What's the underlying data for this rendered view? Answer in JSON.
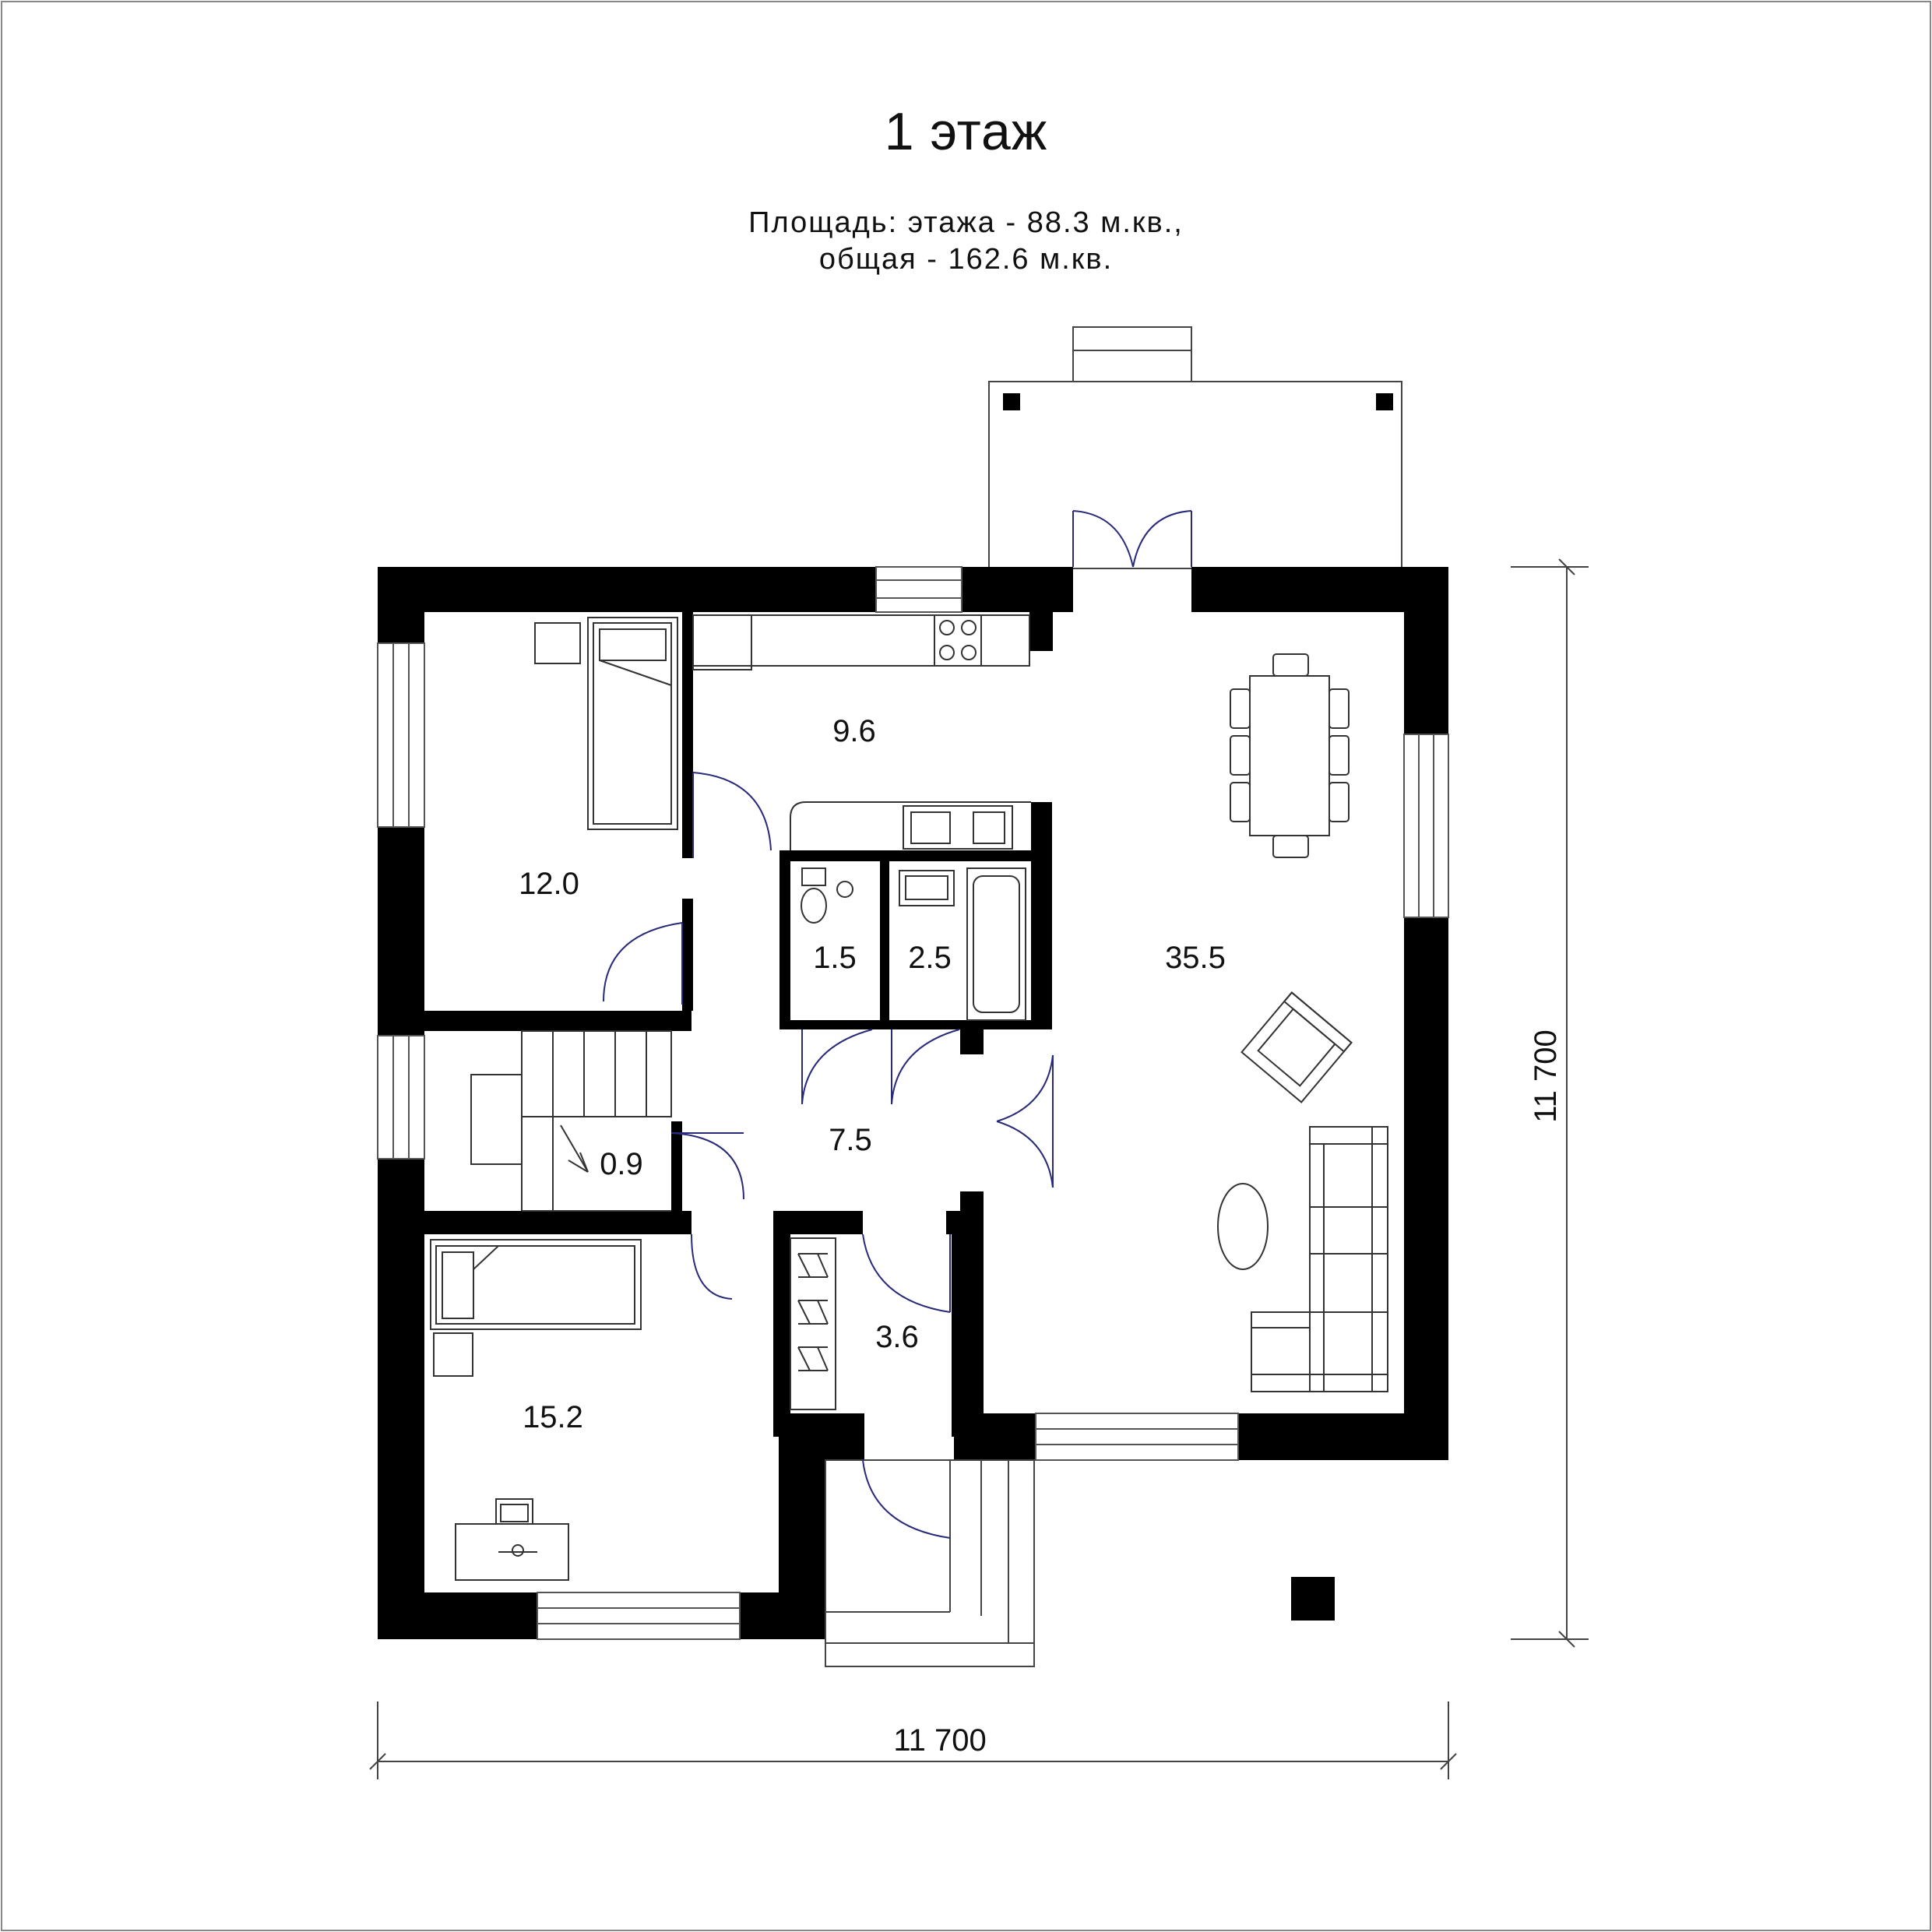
{
  "title": "1 этаж",
  "area_line1": "Площадь: этажа - 88.3 м.кв.,",
  "area_line2": "общая - 162.6 м.кв.",
  "rooms": [
    {
      "id": "bedroom-top",
      "area": "12.0"
    },
    {
      "id": "kitchen",
      "area": "9.6"
    },
    {
      "id": "wc",
      "area": "1.5"
    },
    {
      "id": "bathroom",
      "area": "2.5"
    },
    {
      "id": "living",
      "area": "35.5"
    },
    {
      "id": "hall",
      "area": "7.5"
    },
    {
      "id": "closet",
      "area": "0.9"
    },
    {
      "id": "wardrobe",
      "area": "3.6"
    },
    {
      "id": "bedroom-bottom",
      "area": "15.2"
    }
  ],
  "dimensions": {
    "width": "11 700",
    "height": "11 700"
  }
}
